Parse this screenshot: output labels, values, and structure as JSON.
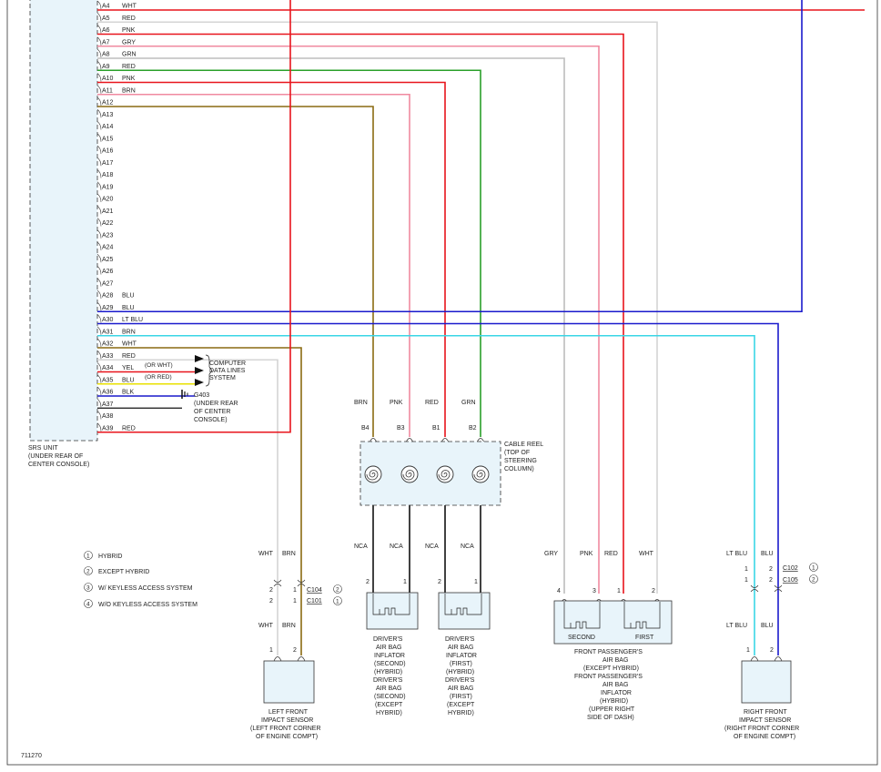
{
  "diagram_id": "711270",
  "srs_unit": {
    "label_lines": [
      "SRS UNIT",
      "(UNDER REAR OF",
      "CENTER CONSOLE)"
    ],
    "pins": [
      {
        "pin": "A4",
        "color": "WHT"
      },
      {
        "pin": "A5",
        "color": "RED"
      },
      {
        "pin": "A6",
        "color": "PNK"
      },
      {
        "pin": "A7",
        "color": "GRY"
      },
      {
        "pin": "A8",
        "color": "GRN"
      },
      {
        "pin": "A9",
        "color": "RED"
      },
      {
        "pin": "A10",
        "color": "PNK"
      },
      {
        "pin": "A11",
        "color": "BRN"
      },
      {
        "pin": "A12",
        "color": ""
      },
      {
        "pin": "A13",
        "color": ""
      },
      {
        "pin": "A14",
        "color": ""
      },
      {
        "pin": "A15",
        "color": ""
      },
      {
        "pin": "A16",
        "color": ""
      },
      {
        "pin": "A17",
        "color": ""
      },
      {
        "pin": "A18",
        "color": ""
      },
      {
        "pin": "A19",
        "color": ""
      },
      {
        "pin": "A20",
        "color": ""
      },
      {
        "pin": "A21",
        "color": ""
      },
      {
        "pin": "A22",
        "color": ""
      },
      {
        "pin": "A23",
        "color": ""
      },
      {
        "pin": "A24",
        "color": ""
      },
      {
        "pin": "A25",
        "color": ""
      },
      {
        "pin": "A26",
        "color": ""
      },
      {
        "pin": "A27",
        "color": ""
      },
      {
        "pin": "A28",
        "color": "BLU"
      },
      {
        "pin": "A29",
        "color": "BLU"
      },
      {
        "pin": "A30",
        "color": "LT BLU"
      },
      {
        "pin": "A31",
        "color": "BRN"
      },
      {
        "pin": "A32",
        "color": "WHT"
      },
      {
        "pin": "A33",
        "color": "RED"
      },
      {
        "pin": "A34",
        "color": "YEL"
      },
      {
        "pin": "A35",
        "color": "BLU"
      },
      {
        "pin": "A36",
        "color": "BLK"
      },
      {
        "pin": "A37",
        "color": ""
      },
      {
        "pin": "A38",
        "color": ""
      },
      {
        "pin": "A39",
        "color": "RED"
      }
    ]
  },
  "data_lines": {
    "or_wht": "(OR WHT)",
    "or_red": "(OR RED)",
    "label_lines": [
      "COMPUTER",
      "DATA LINES",
      "SYSTEM"
    ]
  },
  "ground": {
    "label_lines": [
      "G403",
      "(UNDER REAR",
      "OF CENTER",
      "CONSOLE)"
    ]
  },
  "cable_reel": {
    "label_lines": [
      "CABLE REEL",
      "(TOP OF",
      "STEERING",
      "COLUMN)"
    ],
    "top_colors": [
      "BRN",
      "PNK",
      "RED",
      "GRN"
    ],
    "top_pins": [
      "B4",
      "B3",
      "B1",
      "B2"
    ],
    "bottom_colors": [
      "NCA",
      "NCA",
      "NCA",
      "NCA"
    ]
  },
  "legend": [
    {
      "num": "1",
      "text": "HYBRID"
    },
    {
      "num": "2",
      "text": "EXCEPT HYBRID"
    },
    {
      "num": "3",
      "text": "W/ KEYLESS ACCESS SYSTEM"
    },
    {
      "num": "4",
      "text": "W/O KEYLESS ACCESS SYSTEM"
    }
  ],
  "left_sensor": {
    "top_colors": [
      "WHT",
      "BRN"
    ],
    "conn_top_pins": [
      "2",
      "1"
    ],
    "conn_bottom_pins": [
      "2",
      "1"
    ],
    "connector_c104": "C104",
    "connector_c101": "C101",
    "c104_note": "2",
    "c101_note": "1",
    "bottom_colors": [
      "WHT",
      "BRN"
    ],
    "sensor_pins": [
      "1",
      "2"
    ],
    "label_lines": [
      "LEFT FRONT",
      "IMPACT SENSOR",
      "(LEFT FRONT CORNER",
      "OF ENGINE COMPT)"
    ]
  },
  "inflator_second": {
    "pins": [
      "2",
      "1"
    ],
    "label_lines": [
      "DRIVER'S",
      "AIR BAG",
      "INFLATOR",
      "(SECOND)",
      "(HYBRID)",
      "DRIVER'S",
      "AIR BAG",
      "(SECOND)",
      "(EXCEPT",
      "HYBRID)"
    ]
  },
  "inflator_first": {
    "pins": [
      "2",
      "1"
    ],
    "label_lines": [
      "DRIVER'S",
      "AIR BAG",
      "INFLATOR",
      "(FIRST)",
      "(HYBRID)",
      "DRIVER'S",
      "AIR BAG",
      "(FIRST)",
      "(EXCEPT",
      "HYBRID)"
    ]
  },
  "passenger": {
    "top_colors": [
      "GRY",
      "PNK",
      "RED",
      "WHT"
    ],
    "pins": [
      "4",
      "3",
      "1",
      "2"
    ],
    "second": "SECOND",
    "first": "FIRST",
    "label_lines": [
      "FRONT PASSENGER'S",
      "AIR BAG",
      "(EXCEPT HYBRID)",
      "FRONT PASSENGER'S",
      "AIR BAG",
      "INFLATOR",
      "(HYBRID)",
      "(UPPER RIGHT",
      "SIDE OF DASH)"
    ]
  },
  "right_sensor": {
    "top_colors": [
      "LT BLU",
      "BLU"
    ],
    "conn_top_pins": [
      "1",
      "2"
    ],
    "conn_bottom_pins": [
      "1",
      "2"
    ],
    "connector_c102": "C102",
    "connector_c105": "C105",
    "c102_note": "1",
    "c105_note": "2",
    "bottom_colors": [
      "LT BLU",
      "BLU"
    ],
    "sensor_pins": [
      "1",
      "2"
    ],
    "label_lines": [
      "RIGHT FRONT",
      "IMPACT SENSOR",
      "(RIGHT FRONT CORNER",
      "OF ENGINE COMPT)"
    ]
  },
  "colors": {
    "red": "#e8141c",
    "pink": "#f08aa0",
    "gray": "#bdbdbd",
    "white_wire": "#d4d4d4",
    "green": "#2aa02a",
    "brown": "#8a6a12",
    "blue": "#1a1acc",
    "lt_blue": "#3ad6e6",
    "yellow": "#e8e000",
    "black": "#111111",
    "box_fill": "#e8f4fa"
  }
}
